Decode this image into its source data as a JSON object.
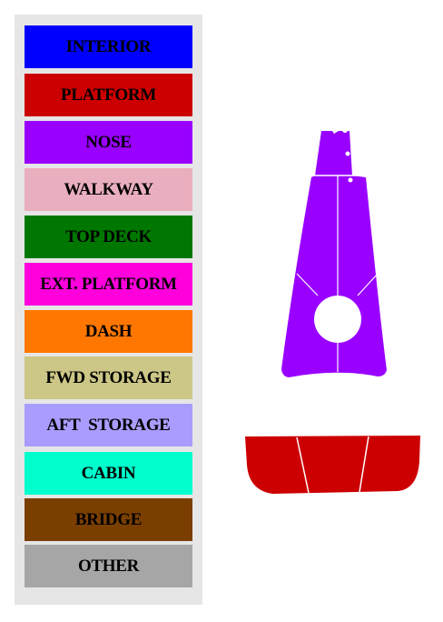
{
  "legend": {
    "items": [
      {
        "key": "interior",
        "label": "INTERIOR",
        "color": "#0000ff"
      },
      {
        "key": "platform",
        "label": "PLATFORM",
        "color": "#cc0000"
      },
      {
        "key": "nose",
        "label": "NOSE",
        "color": "#9900ff"
      },
      {
        "key": "walkway",
        "label": "WALKWAY",
        "color": "#eaafbe"
      },
      {
        "key": "top-deck",
        "label": "TOP DECK",
        "color": "#007700"
      },
      {
        "key": "ext-platform",
        "label": "EXT. PLATFORM",
        "color": "#ff00dd"
      },
      {
        "key": "dash",
        "label": "DASH",
        "color": "#ff7700"
      },
      {
        "key": "fwd-storage",
        "label": "FWD STORAGE",
        "color": "#cdc787"
      },
      {
        "key": "aft-storage",
        "label": "AFT  STORAGE",
        "color": "#a99cff"
      },
      {
        "key": "cabin",
        "label": "CABIN",
        "color": "#00ffcc"
      },
      {
        "key": "bridge",
        "label": "BRIDGE",
        "color": "#7a3f00"
      },
      {
        "key": "other",
        "label": "OTHER",
        "color": "#a6a6a6"
      }
    ]
  },
  "diagram": {
    "nose_panel": {
      "zone": "nose",
      "color": "#9900ff"
    },
    "platform_panel": {
      "zone": "platform",
      "color": "#cc0000"
    },
    "seam_color": "#ffffff"
  }
}
